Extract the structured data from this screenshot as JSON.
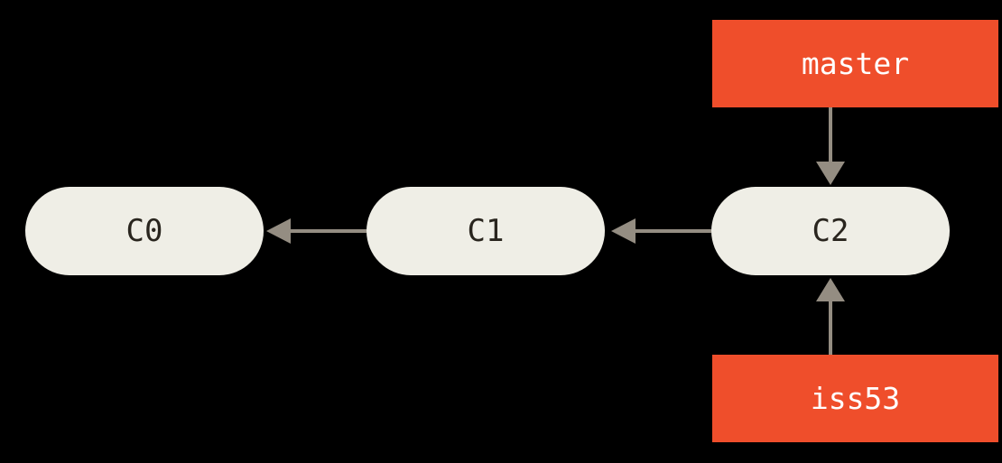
{
  "colors": {
    "background": "#000000",
    "commit_fill": "#efeee6",
    "commit_text": "#29251e",
    "branch_bg": "#ef4e2b",
    "branch_text": "#ffffff",
    "arrow": "#948d82"
  },
  "commits": [
    {
      "label": "C0"
    },
    {
      "label": "C1"
    },
    {
      "label": "C2"
    }
  ],
  "branches": [
    {
      "label": "master"
    },
    {
      "label": "iss53"
    }
  ]
}
